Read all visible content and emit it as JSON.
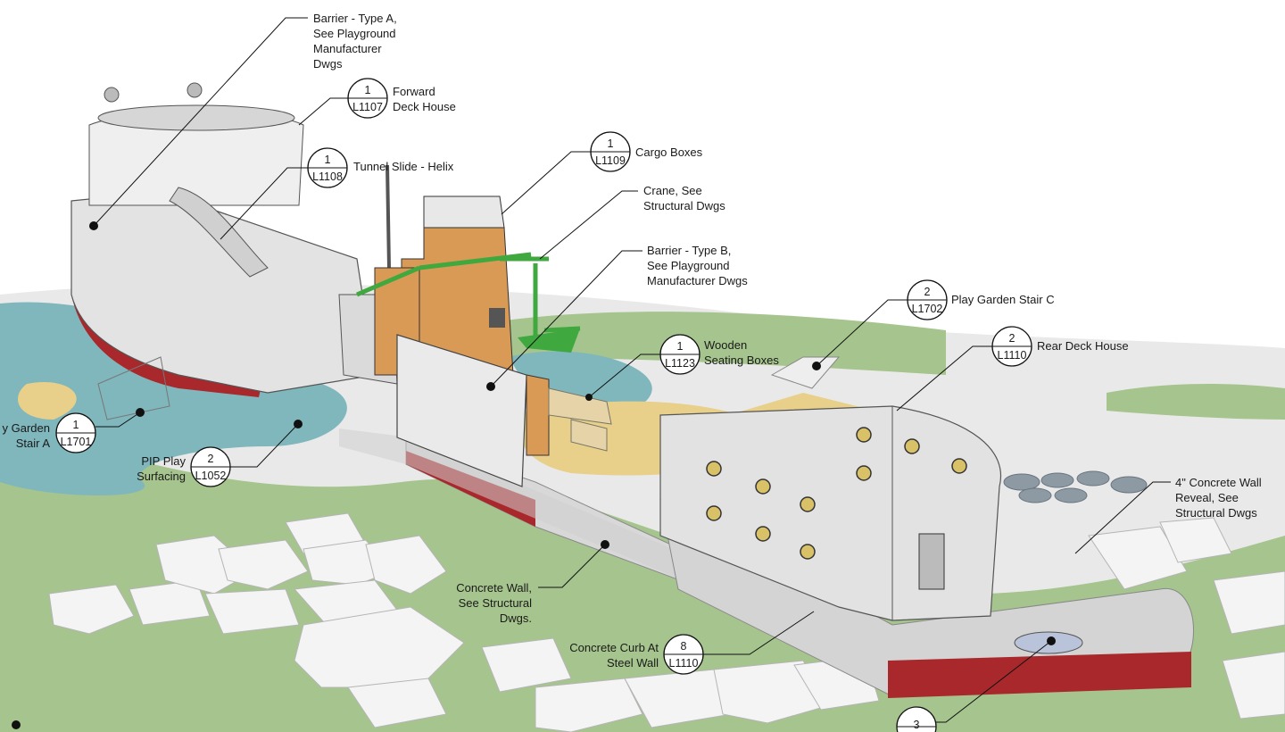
{
  "labels": {
    "barrier_a": "Barrier - Type A,\nSee Playground\nManufacturer\nDwgs",
    "forward_deck": "Forward\nDeck House",
    "tunnel_slide": "Tunnel Slide - Helix",
    "cargo_boxes": "Cargo Boxes",
    "crane": "Crane, See\nStructural Dwgs",
    "barrier_b": "Barrier - Type B,\nSee Playground\nManufacturer Dwgs",
    "stair_c": "Play Garden Stair C",
    "rear_deck": "Rear Deck House",
    "wooden_seating": "Wooden\nSeating Boxes",
    "stair_a": "y Garden\nStair A",
    "pip": "PIP Play\nSurfacing",
    "concrete_wall_reveal": "4\" Concrete Wall\nReveal, See\nStructural Dwgs",
    "concrete_wall": "Concrete Wall,\nSee Structural\nDwgs.",
    "concrete_curb": "Concrete Curb At\nSteel Wall"
  },
  "refs": {
    "forward_deck": {
      "num": "1",
      "sheet": "L1107"
    },
    "tunnel_slide": {
      "num": "1",
      "sheet": "L1108"
    },
    "cargo_boxes": {
      "num": "1",
      "sheet": "L1109"
    },
    "stair_c": {
      "num": "2",
      "sheet": "L1702"
    },
    "rear_deck": {
      "num": "2",
      "sheet": "L1110"
    },
    "wooden_seating": {
      "num": "1",
      "sheet": "L1123"
    },
    "stair_a": {
      "num": "1",
      "sheet": "L1701"
    },
    "pip": {
      "num": "2",
      "sheet": "L1052"
    },
    "concrete_curb": {
      "num": "8",
      "sheet": "L1110"
    },
    "bottom": {
      "num": "3",
      "sheet": ""
    }
  },
  "colors": {
    "hull_red": "#a8282c",
    "water_teal": "#7fb7bd",
    "grass_green": "#9fbf86",
    "sand": "#e8cf8a",
    "wood_orange": "#d99a55",
    "crane_green": "#3fa83f",
    "steel_grey": "#c9c9c9"
  }
}
